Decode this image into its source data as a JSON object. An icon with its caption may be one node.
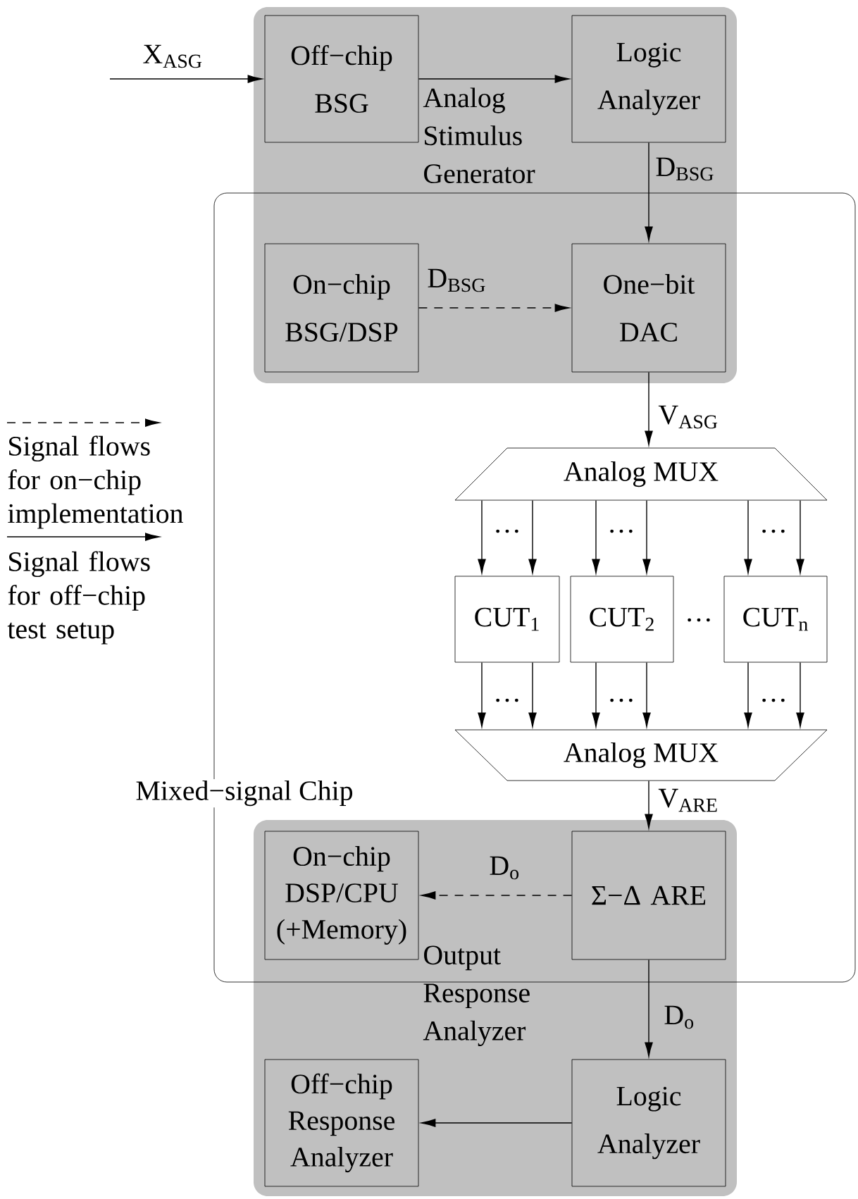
{
  "diagram": {
    "nodes": [
      {
        "text": [
          "Analog Stimulus Generator"
        ]
      },
      {
        "text": [
          "Off−chip BSG"
        ],
        "in": 0
      },
      {
        "text": [
          "Logic Analyzer"
        ],
        "in": 0
      },
      {
        "text": [
          "On−chip BSG/DSP"
        ]
      },
      {
        "text": [
          "One−bit DAC"
        ]
      },
      {
        "text": [
          "Mixed−signal Chip"
        ]
      },
      {
        "text": [
          "Analog MUX"
        ],
        "in": 5
      },
      {
        "text": [
          "CUT$_{1}$"
        ],
        "in": 5
      },
      {
        "text": [
          "CUT$_{2}$"
        ],
        "in": 5
      },
      {
        "text": [
          "CUT$_{n}$"
        ],
        "in": 5
      },
      {
        "text": [
          "Analog MUX"
        ],
        "in": 5
      },
      {
        "text": [
          "Output Response Analyzer"
        ]
      },
      {
        "text": [
          "On−chip DSP/CPU (+Memory)"
        ]
      },
      {
        "text": [
          "Σ−Δ ARE"
        ]
      },
      {
        "text": [
          "Logic Analyzer"
        ],
        "in": 11
      },
      {
        "text": [
          "Off−chip Response Analyzer"
        ],
        "in": 11
      }
    ],
    "edges": [
      {
        "from": null,
        "to": 1,
        "arrow": "to",
        "label": "X$_{ASG}$"
      },
      {
        "from": 1,
        "to": 2,
        "arrow": "to"
      },
      {
        "from": 2,
        "to": 4,
        "arrow": "to",
        "label": "D$_{BSG}$"
      },
      {
        "from": 3,
        "to": 4,
        "arrow": "to",
        "label": "D$_{BSG}$",
        "style": "dashed"
      },
      {
        "from": 4,
        "to": 6,
        "arrow": "to",
        "label": "V$_{ASG}$"
      },
      {
        "from": 6,
        "to": 7,
        "arrow": "to"
      },
      {
        "from": 6,
        "to": 7,
        "arrow": "to"
      },
      {
        "from": 6,
        "to": 8,
        "arrow": "to"
      },
      {
        "from": 6,
        "to": 8,
        "arrow": "to"
      },
      {
        "from": 6,
        "to": 9,
        "arrow": "to"
      },
      {
        "from": 6,
        "to": 9,
        "arrow": "to"
      },
      {
        "from": 7,
        "to": 10,
        "arrow": "to"
      },
      {
        "from": 7,
        "to": 10,
        "arrow": "to"
      },
      {
        "from": 8,
        "to": 10,
        "arrow": "to"
      },
      {
        "from": 8,
        "to": 10,
        "arrow": "to"
      },
      {
        "from": 9,
        "to": 10,
        "arrow": "to"
      },
      {
        "from": 9,
        "to": 10,
        "arrow": "to"
      },
      {
        "from": 10,
        "to": 13,
        "arrow": "to",
        "label": "V$_{ARE}$"
      },
      {
        "from": 13,
        "to": 12,
        "arrow": "to",
        "label": "D$_{o}$",
        "style": "dashed"
      },
      {
        "from": 13,
        "to": 14,
        "arrow": "to",
        "label": "D$_{o}$"
      },
      {
        "from": 14,
        "to": 15,
        "arrow": "to"
      }
    ],
    "labels": [
      "…",
      "…",
      "…",
      "…",
      "…",
      "…",
      "…"
    ],
    "legend": [
      {
        "text": "Signal flows for on−chip implementation"
      },
      {
        "text": "Signal flows for off−chip test setup"
      }
    ]
  }
}
